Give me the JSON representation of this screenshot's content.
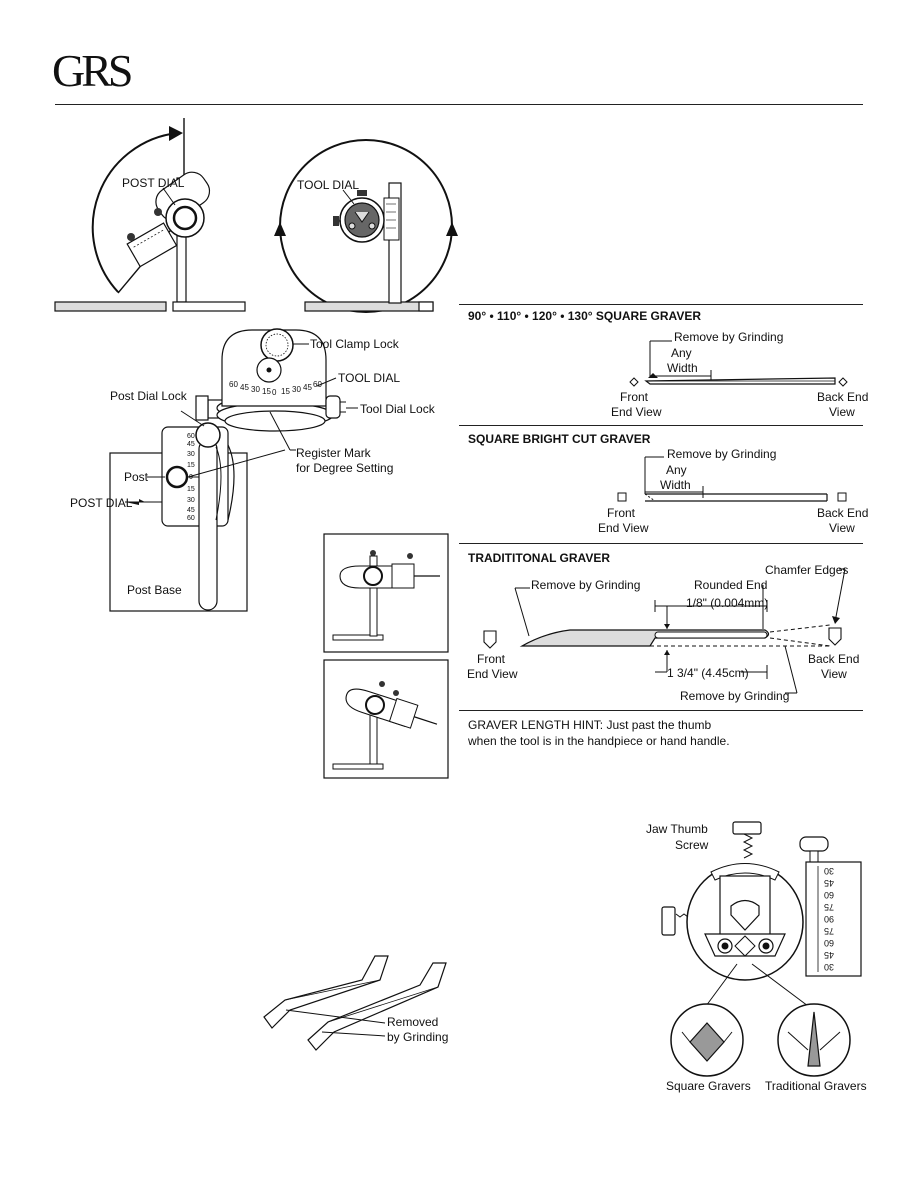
{
  "header": {
    "logo": "GRS"
  },
  "fig_top": {
    "post_dial_label": "POST DIAL",
    "tool_dial_label": "TOOL DIAL"
  },
  "fig_assembly": {
    "tool_clamp_lock": "Tool Clamp Lock",
    "tool_dial": "TOOL DIAL",
    "tool_dial_lock": "Tool Dial Lock",
    "post_dial_lock": "Post Dial Lock",
    "register_mark": "Register Mark",
    "register_mark_2": "for Degree Setting",
    "post": "Post",
    "post_dial": "POST DIAL",
    "post_base": "Post Base",
    "tool_scale": [
      "60",
      "45",
      "30",
      "15",
      "0",
      "15",
      "30",
      "45",
      "60"
    ],
    "post_scale": [
      "60",
      "45",
      "30",
      "15",
      "0",
      "15",
      "30",
      "45",
      "60"
    ]
  },
  "square_graver": {
    "title": "90° • 110° • 120° • 130° SQUARE GRAVER",
    "remove": "Remove by Grinding",
    "any": "Any",
    "width": "Width",
    "front_1": "Front",
    "front_2": "End View",
    "back_1": "Back End",
    "back_2": "View"
  },
  "bright_cut": {
    "title": "SQUARE BRIGHT CUT GRAVER",
    "remove": "Remove by Grinding",
    "any": "Any",
    "width": "Width",
    "front_1": "Front",
    "front_2": "End View",
    "back_1": "Back End",
    "back_2": "View"
  },
  "traditional": {
    "title": "TRADITITONAL GRAVER",
    "remove_left": "Remove by Grinding",
    "rounded_end": "Rounded End",
    "chamfer": "Chamfer Edges",
    "eighth": "1/8\" (0.004mm)",
    "length": "1 3/4\" (4.45cm)",
    "remove_bottom": "Remove by Grinding",
    "front_1": "Front",
    "front_2": "End View",
    "back_1": "Back End",
    "back_2": "View"
  },
  "hint": {
    "line1": "GRAVER LENGTH HINT: Just past the thumb",
    "line2": "when the tool is in the handpiece or hand handle."
  },
  "gravers_fig": {
    "removed_1": "Removed",
    "removed_2": "by Grinding"
  },
  "jaw_fig": {
    "jaw_1": "Jaw Thumb",
    "jaw_2": "Screw",
    "square": "Square Gravers",
    "traditional": "Traditional Gravers",
    "scale": [
      "30",
      "45",
      "60",
      "75",
      "90",
      "75",
      "60",
      "45",
      "30"
    ]
  }
}
